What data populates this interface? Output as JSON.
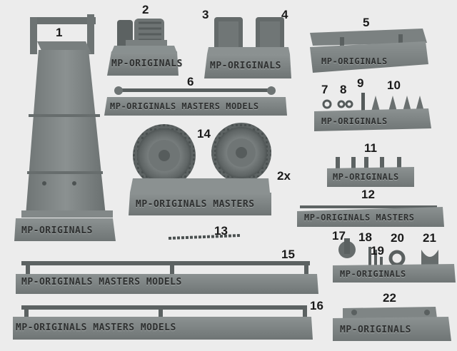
{
  "parts": [
    {
      "id": "part-1",
      "number": "1",
      "label": "MP-ORIGINALS"
    },
    {
      "id": "part-2",
      "number": "2",
      "label": "MP-ORIGINALS"
    },
    {
      "id": "part-3",
      "number": "3",
      "label": "MP-ORIGINALS"
    },
    {
      "id": "part-4",
      "number": "4"
    },
    {
      "id": "part-5",
      "number": "5",
      "label": "MP-ORIGINALS"
    },
    {
      "id": "part-6",
      "number": "6",
      "label": "MP-ORIGINALS MASTERS MODELS"
    },
    {
      "id": "part-7",
      "number": "7",
      "label": "MP-ORIGINALS"
    },
    {
      "id": "part-8",
      "number": "8"
    },
    {
      "id": "part-9",
      "number": "9"
    },
    {
      "id": "part-10",
      "number": "10"
    },
    {
      "id": "part-11",
      "number": "11",
      "label": "MP-ORIGINALS"
    },
    {
      "id": "part-12",
      "number": "12",
      "label": "MP-ORIGINALS MASTERS"
    },
    {
      "id": "part-13",
      "number": "13"
    },
    {
      "id": "part-14",
      "number": "14",
      "label": "MP-ORIGINALS MASTERS",
      "quantity": "2x"
    },
    {
      "id": "part-15",
      "number": "15",
      "label": "MP-ORIGINALS MASTERS MODELS"
    },
    {
      "id": "part-16",
      "number": "16",
      "label": "MP-ORIGINALS MASTERS MODELS"
    },
    {
      "id": "part-17",
      "number": "17",
      "label": "MP-ORIGINALS"
    },
    {
      "id": "part-18",
      "number": "18"
    },
    {
      "id": "part-19",
      "number": "19"
    },
    {
      "id": "part-20",
      "number": "20"
    },
    {
      "id": "part-21",
      "number": "21"
    },
    {
      "id": "part-22",
      "number": "22",
      "label": "MP-ORIGINALS"
    }
  ],
  "colors": {
    "background": "#ececec",
    "resin": "#7d8383",
    "resin_dark": "#5f6565",
    "resin_light": "#9aa0a0",
    "label_text": "#2e3030",
    "number_text": "#1a1a1a"
  }
}
